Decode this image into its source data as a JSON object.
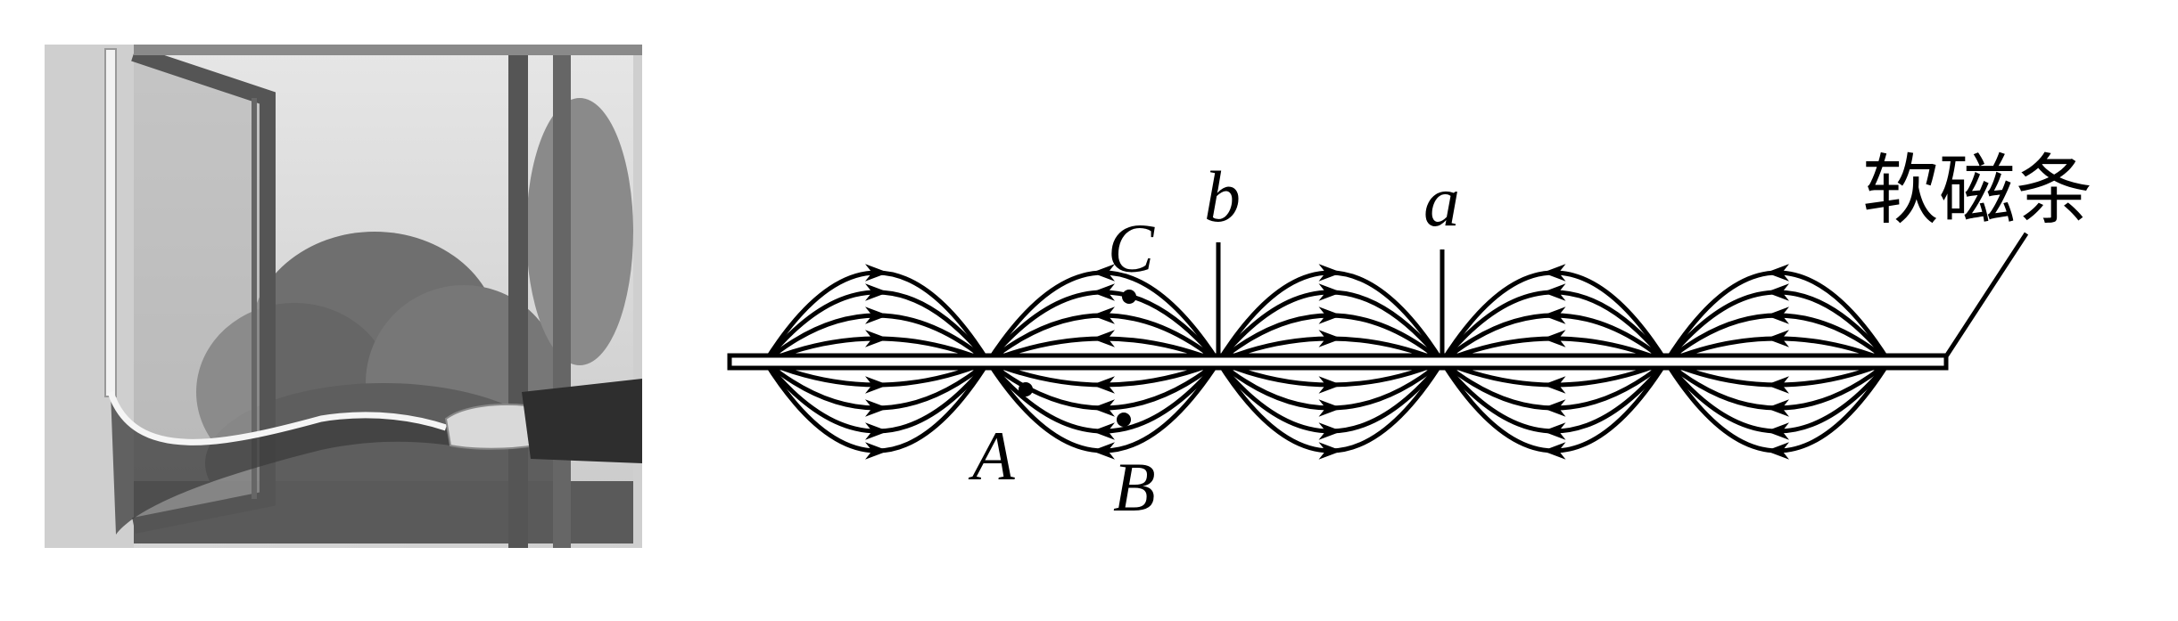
{
  "labels": {
    "a": "a",
    "b": "b",
    "A": "A",
    "B": "B",
    "C": "C",
    "strip": "软磁条"
  },
  "colors": {
    "ink": "#000000",
    "paper": "#ffffff"
  }
}
